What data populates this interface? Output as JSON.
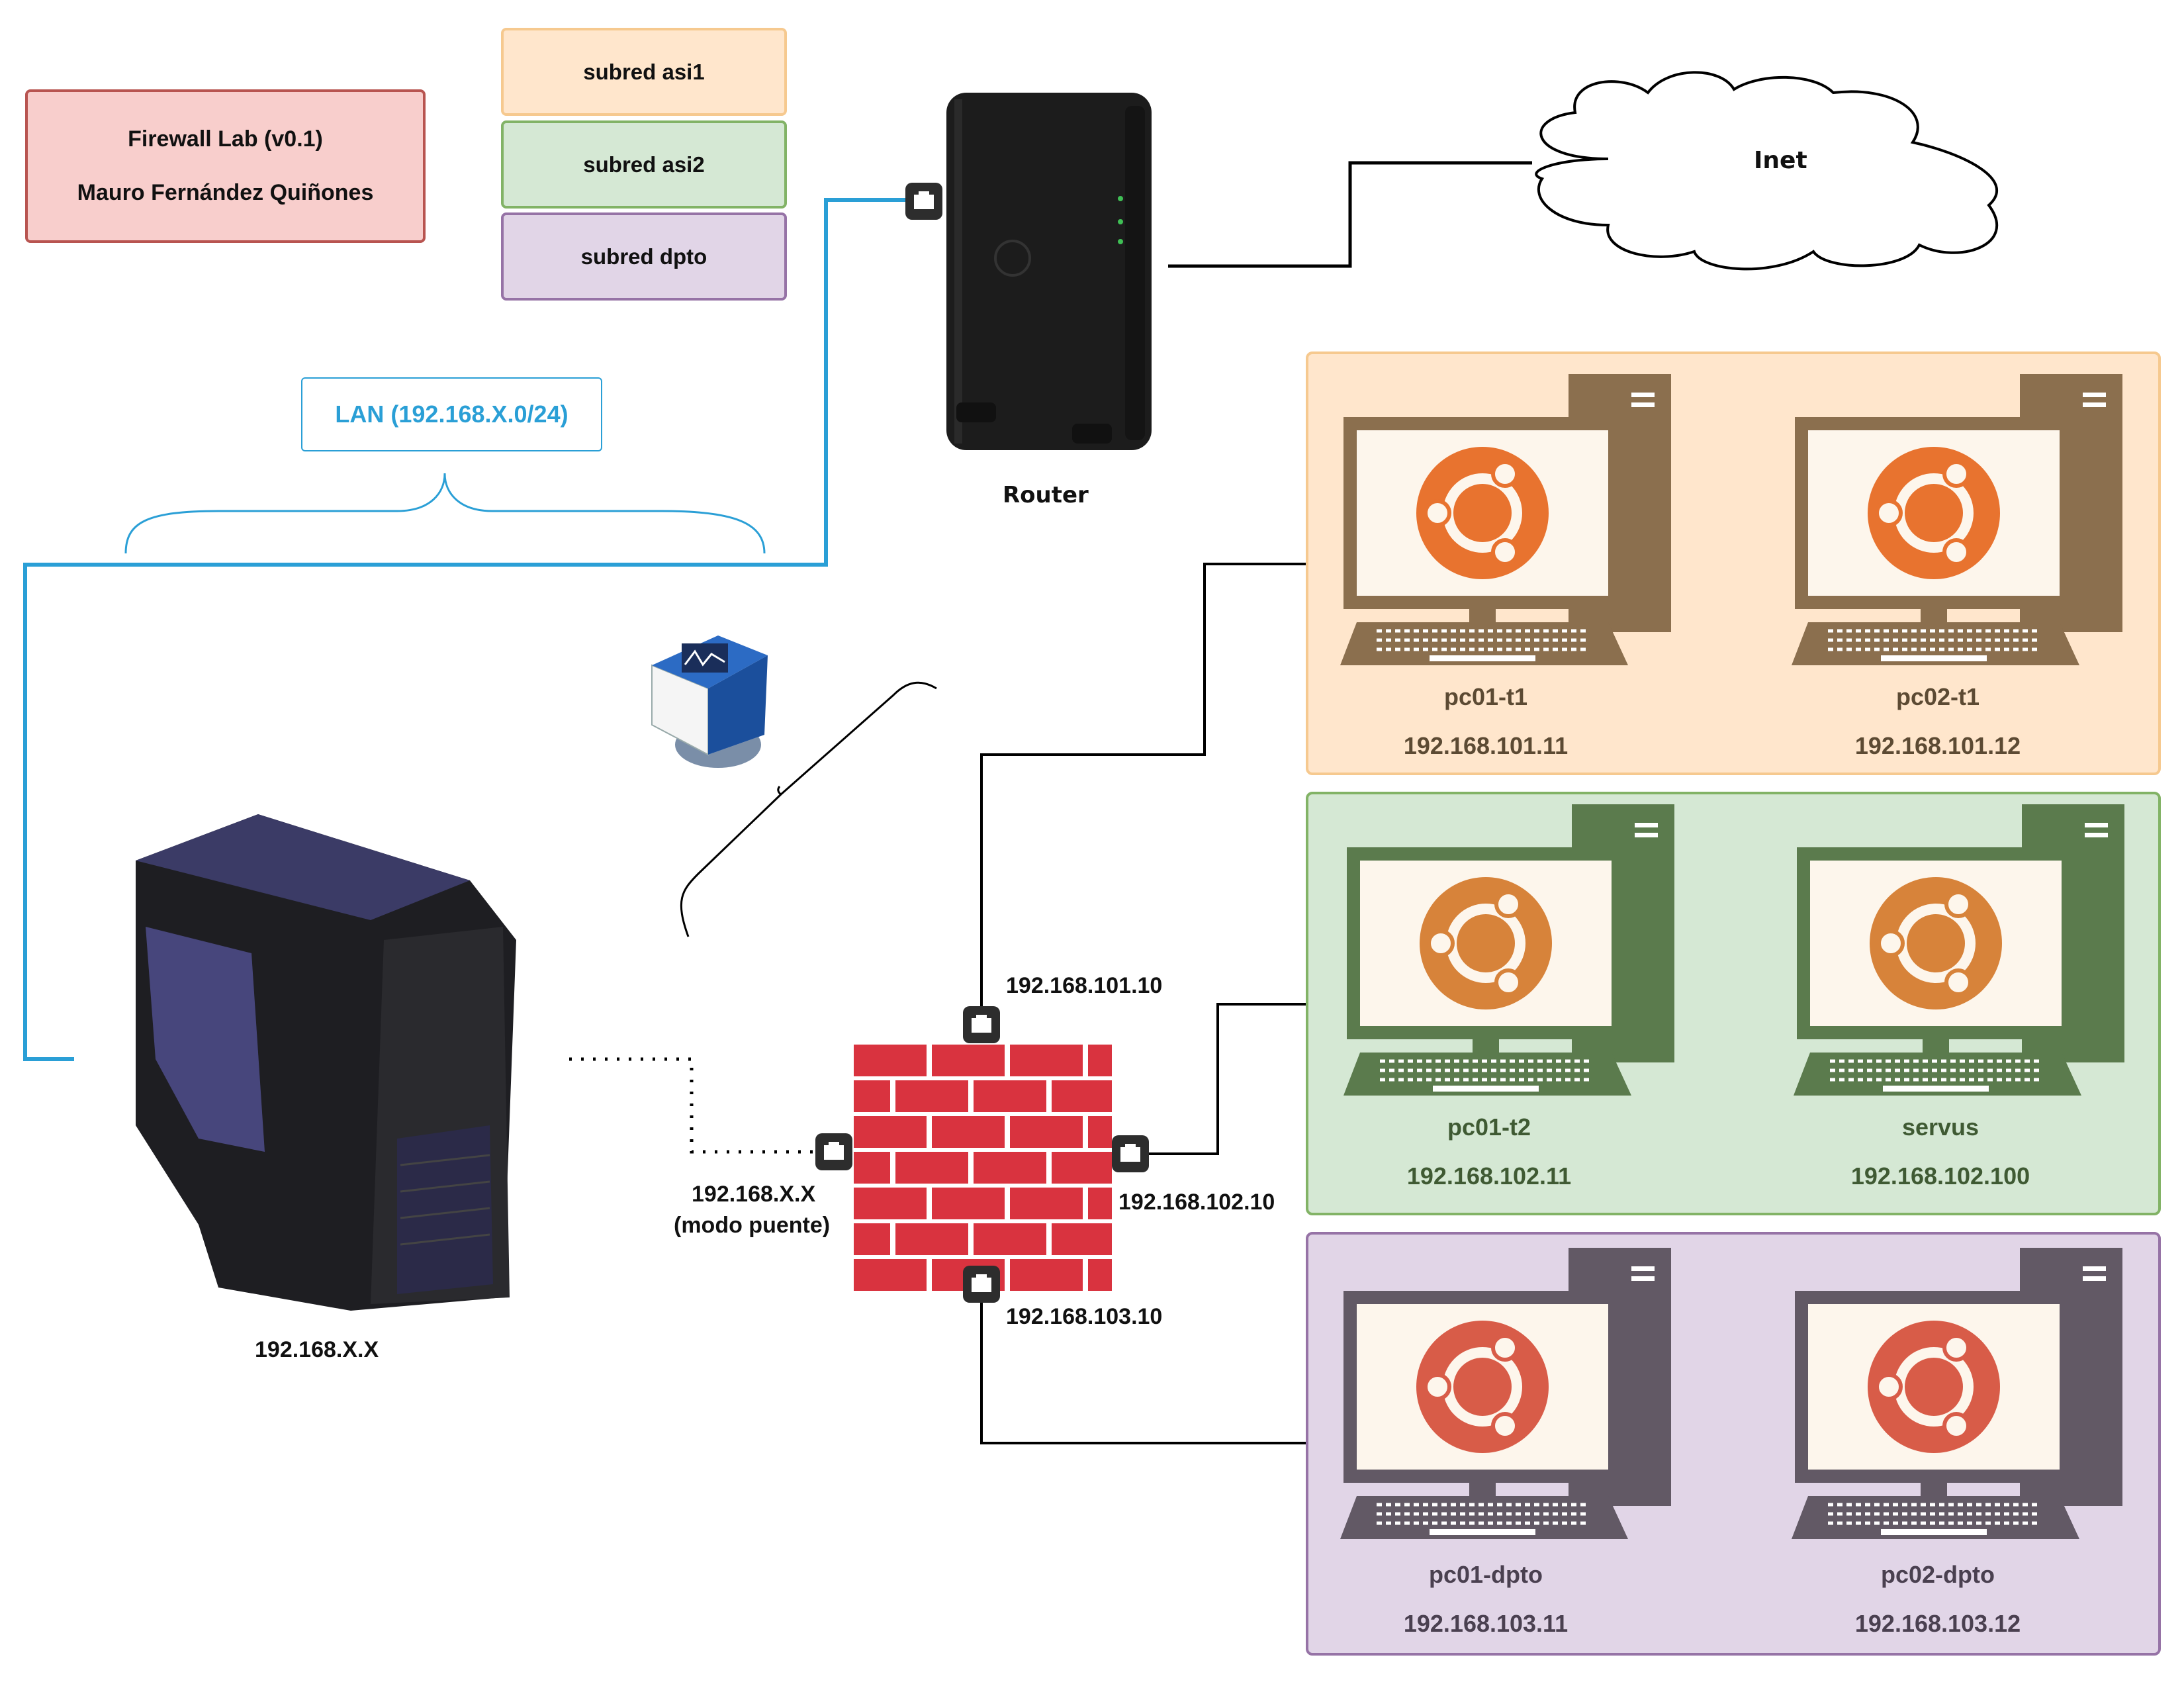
{
  "header": {
    "title": "Firewall Lab (v0.1)",
    "author": "Mauro Fernández Quiñones"
  },
  "legend": [
    {
      "label": "subred asi1",
      "fill": "#ffe6cc",
      "stroke": "#d79b00"
    },
    {
      "label": "subred asi2",
      "fill": "#d5e8d4",
      "stroke": "#82b366"
    },
    {
      "label": "subred dpto",
      "fill": "#e1d5e7",
      "stroke": "#9673a6"
    }
  ],
  "lan": {
    "label": "LAN (192.168.X.0/24)",
    "color": "#2a9fd6"
  },
  "router": {
    "label": "Router"
  },
  "internet": {
    "label": "Inet"
  },
  "host": {
    "ip": "192.168.X.X"
  },
  "firewall": {
    "ip_bridge": "192.168.X.X",
    "mode": "(modo puente)",
    "ip_asi1": "192.168.101.10",
    "ip_asi2": "192.168.102.10",
    "ip_dpto": "192.168.103.10",
    "brick_color": "#d9333f"
  },
  "subnets": {
    "asi1": {
      "monitor_color": "#8b6f4e",
      "logo_color": "#e8732f",
      "pcs": [
        {
          "name": "pc01-t1",
          "ip": "192.168.101.11"
        },
        {
          "name": "pc02-t1",
          "ip": "192.168.101.12"
        }
      ]
    },
    "asi2": {
      "monitor_color": "#5b7b4d",
      "logo_color": "#d7833a",
      "pcs": [
        {
          "name": "pc01-t2",
          "ip": "192.168.102.11"
        },
        {
          "name": "servus",
          "ip": "192.168.102.100"
        }
      ]
    },
    "dpto": {
      "monitor_color": "#625965",
      "logo_color": "#d85c48",
      "pcs": [
        {
          "name": "pc01-dpto",
          "ip": "192.168.103.11"
        },
        {
          "name": "pc02-dpto",
          "ip": "192.168.103.12"
        }
      ]
    }
  }
}
